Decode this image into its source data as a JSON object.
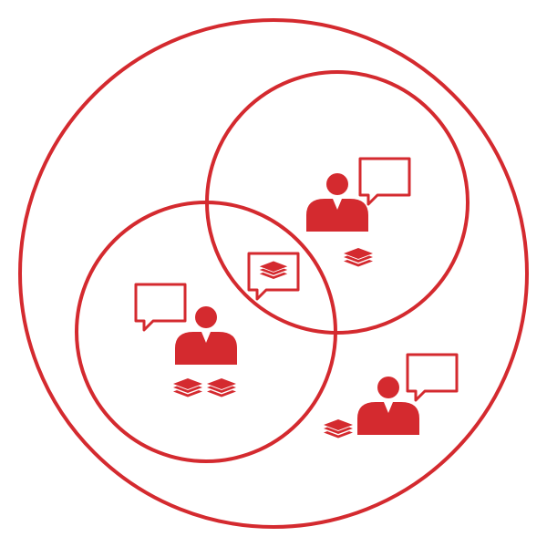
{
  "colors": {
    "accent": "#d42a2f",
    "background": "#ffffff"
  },
  "diagram": {
    "outer_circle": "outer-boundary",
    "groups": [
      {
        "name": "group-top-right",
        "members": 1,
        "stacks_near_member": 1,
        "speech_bubbles": 1
      },
      {
        "name": "group-left",
        "members": 1,
        "stacks_near_member": 2,
        "speech_bubbles": 1
      },
      {
        "name": "outside-groups",
        "members": 1,
        "stacks_near_member": 1,
        "speech_bubbles": 1
      }
    ],
    "shared_item": {
      "icon": "layers-in-speech-bubble-icon",
      "location": "overlap-of-groups"
    }
  },
  "icons": {
    "person": "person-icon",
    "speech_bubble": "speech-bubble-icon",
    "stack": "layers-stack-icon"
  }
}
